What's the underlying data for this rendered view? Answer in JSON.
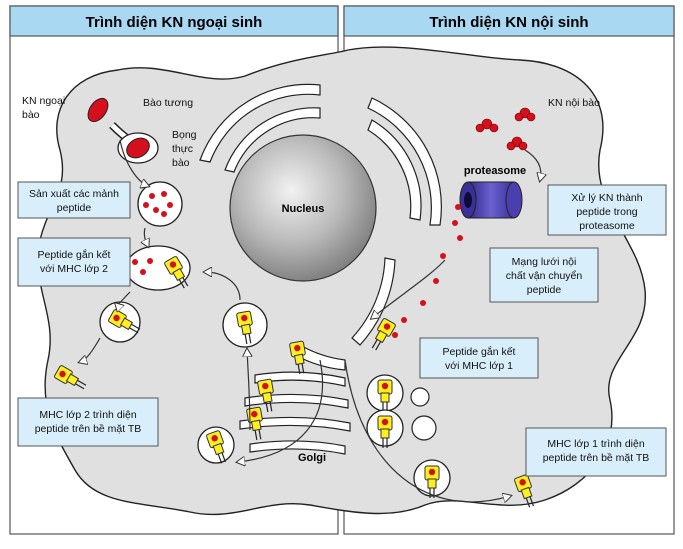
{
  "left_panel": {
    "title": "Trình diện KN ngoại sinh",
    "labels": {
      "kn_line1": "KN ngoại",
      "kn_line2": "bào",
      "cytoplasm": "Bào tương",
      "phago_line1": "Bọng",
      "phago_line2": "thực",
      "phago_line3": "bào"
    },
    "boxes": [
      {
        "lines": [
          "Sản xuất các mảnh",
          "peptide"
        ]
      },
      {
        "lines": [
          "Peptide gắn kết",
          "với MHC lớp 2"
        ]
      },
      {
        "lines": [
          "MHC lớp 2 trình diện",
          "peptide trên bề mặt TB"
        ]
      }
    ]
  },
  "right_panel": {
    "title": "Trình diện KN nội sinh",
    "labels": {
      "kn_internal": "KN nội bào",
      "proteasome": "proteasome"
    },
    "boxes": [
      {
        "lines": [
          "Xử lý KN thành",
          "peptide trong",
          "proteasome"
        ]
      },
      {
        "lines": [
          "Mạng lưới nội",
          "chất vận chuyển",
          "peptide"
        ]
      },
      {
        "lines": [
          "Peptide gắn kết",
          "với MHC lớp 1"
        ]
      },
      {
        "lines": [
          "MHC lớp 1 trình diện",
          "peptide trên bề mặt TB"
        ]
      }
    ]
  },
  "center": {
    "nucleus": "Nucleus",
    "golgi": "Golgi"
  },
  "colors": {
    "panel_header": "#a9d8f2",
    "box_fill": "#d8effb",
    "cell_fill": "#e0e0e0",
    "antigen_red": "#d3101c",
    "mhc_yellow": "#ffef1e",
    "proteasome_purple": "#4b3fb0"
  }
}
